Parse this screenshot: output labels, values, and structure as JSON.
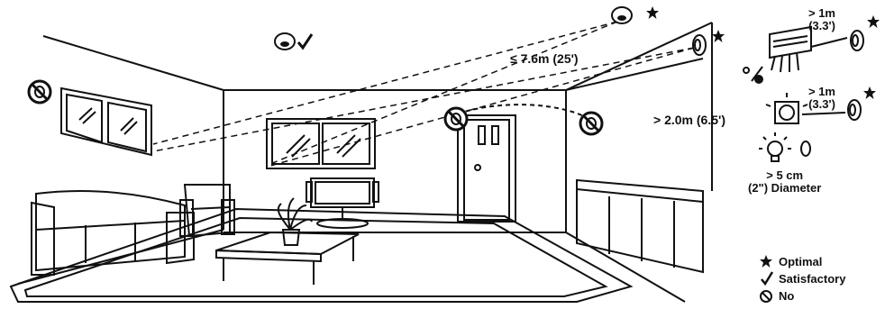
{
  "labels": {
    "max_distance": "≤ 7.6m (25')",
    "min_height": "> 2.0m (6.5')",
    "vent_distance_line1": "> 1m",
    "vent_distance_line2": "(3.3')",
    "fan_distance_line1": "> 1m",
    "fan_distance_line2": "(3.3')",
    "lamp_distance_line1": "> 5 cm",
    "lamp_distance_line2": "(2\") Diameter"
  },
  "legend": [
    {
      "icon": "star-icon",
      "symbol": "★",
      "label": "Optimal"
    },
    {
      "icon": "check-icon",
      "symbol": "✓",
      "label": "Satisfactory"
    },
    {
      "icon": "no-icon",
      "symbol": "⊘",
      "label": "No"
    }
  ],
  "colors": {
    "line": "#111111",
    "background": "#ffffff"
  }
}
